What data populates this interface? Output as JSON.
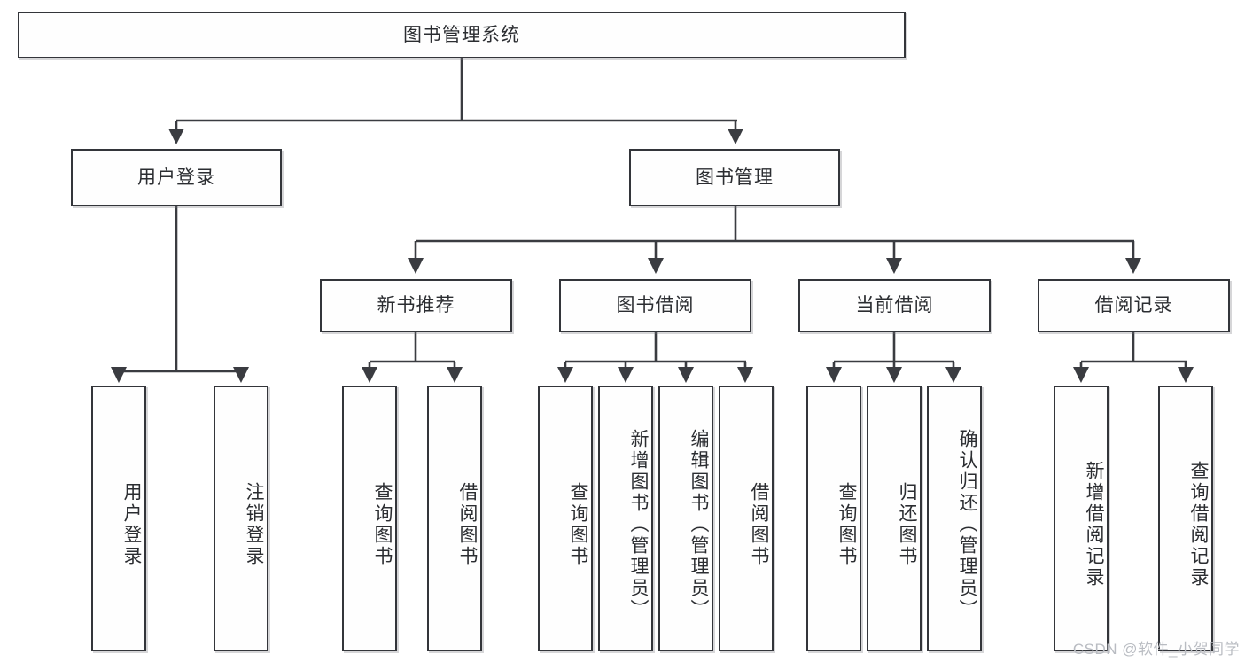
{
  "diagram": {
    "title": "图书管理系统",
    "watermark": "CSDN @软件_小贺同学",
    "colors": {
      "node_border": "#33353a",
      "node_fill": "#fefefe",
      "connector": "#3a3c41",
      "text": "#2b2d31",
      "watermark": "#b9bcc2",
      "background": "#ffffff"
    },
    "root": {
      "label": "图书管理系统"
    },
    "level1": [
      {
        "label": "用户登录"
      },
      {
        "label": "图书管理"
      }
    ],
    "level2": [
      {
        "label": "新书推荐"
      },
      {
        "label": "图书借阅"
      },
      {
        "label": "当前借阅"
      },
      {
        "label": "借阅记录"
      }
    ],
    "leaves": {
      "user_login": [
        {
          "label": "用户登录"
        },
        {
          "label": "注销登录"
        }
      ],
      "new_book_recommend": [
        {
          "label": "查询图书"
        },
        {
          "label": "借阅图书"
        }
      ],
      "book_borrow": [
        {
          "label": "查询图书"
        },
        {
          "label": "新增图书（管理员）"
        },
        {
          "label": "编辑图书（管理员）"
        },
        {
          "label": "借阅图书"
        }
      ],
      "current_borrow": [
        {
          "label": "查询图书"
        },
        {
          "label": "归还图书"
        },
        {
          "label": "确认归还（管理员）"
        }
      ],
      "borrow_record": [
        {
          "label": "新增借阅记录"
        },
        {
          "label": "查询借阅记录"
        }
      ]
    }
  }
}
